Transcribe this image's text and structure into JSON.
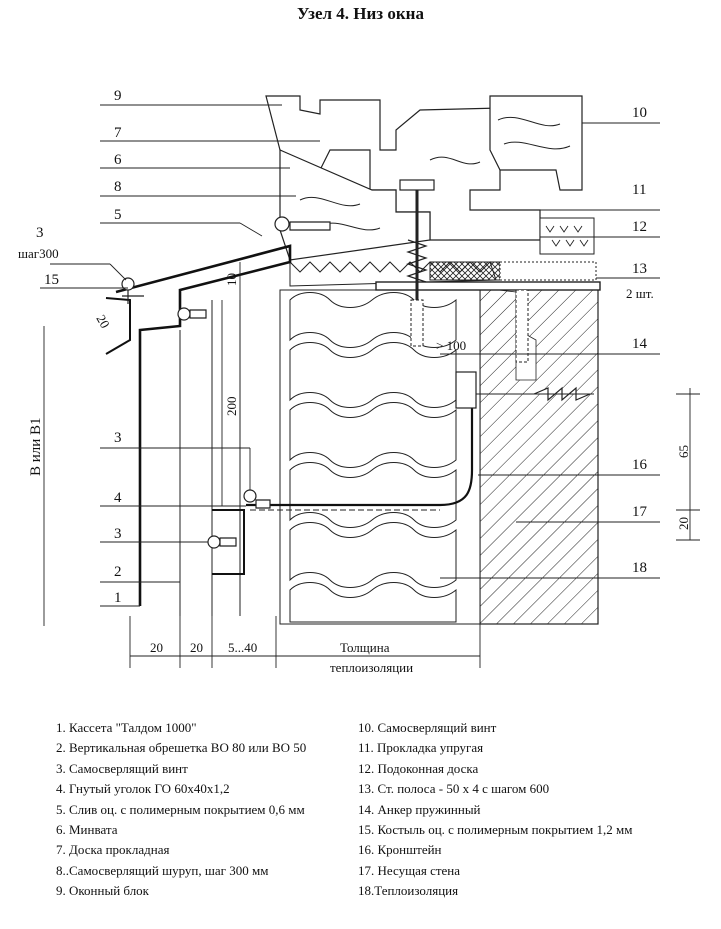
{
  "title": "Узел 4. Низ окна",
  "callouts": {
    "n1": "1",
    "n2": "2",
    "n3a": "3",
    "n3b": "3",
    "n3c": "3",
    "n4": "4",
    "n5": "5",
    "n6": "6",
    "n7": "7",
    "n8": "8",
    "n9": "9",
    "n10": "10",
    "n11": "11",
    "n12": "12",
    "n13": "13",
    "n14": "14",
    "n15": "15",
    "n16": "16",
    "n17": "17",
    "n18": "18"
  },
  "annotations": {
    "step300": "шаг300",
    "two_pcs": "2 шт.",
    "gt100": "> 100",
    "b_or_b1": "B или B1",
    "insulation_thickness_1": "Толщина",
    "insulation_thickness_2": "теплоизоляции"
  },
  "dimensions": {
    "d20_angle": "20",
    "d10": "10",
    "d200": "200",
    "d65": "65",
    "d20_right": "20",
    "d20_a": "20",
    "d20_b": "20",
    "d5_40": "5...40"
  },
  "legend_left": [
    "1. Кассета \"Талдом 1000\"",
    "2. Вертикальная обрешетка ВО 80 или ВО 50",
    "3. Самосверлящий винт",
    "4. Гнутый уголок ГО 60х40х1,2",
    "5. Слив оц. с полимерным покрытием 0,6 мм",
    "6. Минвата",
    "7. Доска прокладная",
    "8..Самосверлящий шуруп, шаг 300 мм",
    "9. Оконный блок"
  ],
  "legend_right": [
    "10. Самосверлящий винт",
    "11. Прокладка упругая",
    "12. Подоконная доска",
    "13. Ст. полоса  - 50 х 4 с шагом 600",
    "14.  Анкер пружинный",
    "15. Костыль оц. с полимерным покрытием 1,2 мм",
    "16. Кронштейн",
    "17. Несущая стена",
    "18.Теплоизоляция"
  ]
}
